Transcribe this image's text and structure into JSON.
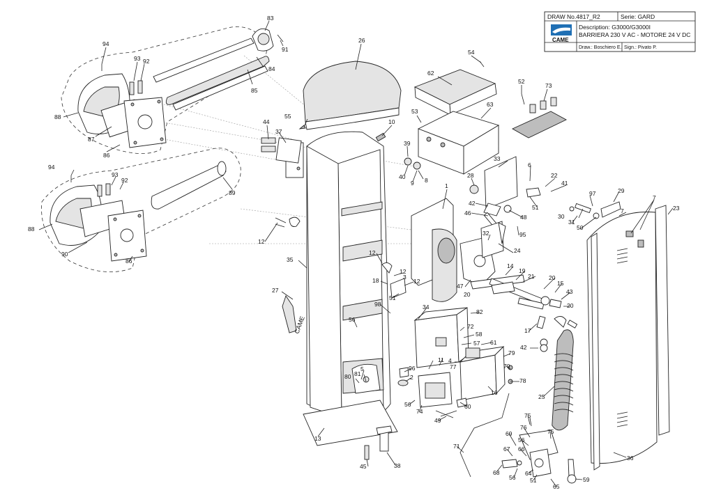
{
  "title_block": {
    "draw_no": "DRAW No.4817_R2",
    "serie": "Serie: GARD",
    "description_1": "Description: G3000/G3000I",
    "description_2": "BARRIERA 230 V AC - MOTORE 24 V DC",
    "logo_text": "CAME",
    "drawn_by": "Draw.: Boschiero E.",
    "signed_by": "Sign.: Pivato P."
  },
  "brand_label": "CAME",
  "parts": {
    "p83": "83",
    "p91": "91",
    "p26": "26",
    "p94a": "94",
    "p93a": "93",
    "p92a": "92",
    "p84": "84",
    "p85": "85",
    "p88a": "88",
    "p87": "87",
    "p86a": "86",
    "p54": "54",
    "p62": "62",
    "p52": "52",
    "p73": "73",
    "p53": "53",
    "p63": "63",
    "p55": "55",
    "p44": "44",
    "p37": "37",
    "p10": "10",
    "p39": "39",
    "p40": "40",
    "p9": "9",
    "p8": "8",
    "p94b": "94",
    "p93b": "93",
    "p92b": "92",
    "p89": "89",
    "p33": "33",
    "p6": "6",
    "p22": "22",
    "p41": "41",
    "p28": "28",
    "p1": "1",
    "p42a": "42",
    "p46": "46",
    "p48": "48",
    "p51a": "51",
    "p97": "97",
    "p29": "29",
    "p30": "30",
    "p31": "31",
    "p50": "50",
    "p7a": "7",
    "p7b": "7",
    "p23": "23",
    "p88b": "88",
    "p90": "90",
    "p86b": "86",
    "p12a": "12",
    "p95": "95",
    "p32": "32",
    "p24": "24",
    "p35": "35",
    "p12b": "12",
    "p12c": "12",
    "p3": "3",
    "p12d": "12",
    "p18": "18",
    "p14": "14",
    "p19": "19",
    "p21": "21",
    "p20a": "20",
    "p47": "47",
    "p15": "15",
    "p43": "43",
    "p20b": "20",
    "p20c": "20",
    "p51b": "51",
    "p27": "27",
    "p98": "98",
    "p34": "34",
    "p82": "82",
    "p56a": "56",
    "p72": "72",
    "p17": "17",
    "p58": "58",
    "p57": "57",
    "p61": "61",
    "p42b": "42",
    "p79": "79",
    "p11": "11",
    "p4": "4",
    "p77": "77",
    "p5": "5",
    "p80": "80",
    "p81": "81",
    "p96": "96",
    "p2": "2",
    "p70": "70",
    "p78": "78",
    "p16": "16",
    "p56b": "56",
    "p74": "74",
    "p60": "60",
    "p49": "49",
    "p25": "25",
    "p75a": "75",
    "p76": "76",
    "p75b": "75",
    "p13": "13",
    "p69": "69",
    "p56c": "56",
    "p66": "66",
    "p71": "71",
    "p67": "67",
    "p36": "36",
    "p68": "68",
    "p56d": "56",
    "p64": "64",
    "p65": "65",
    "p51c": "51",
    "p45": "45",
    "p38": "38",
    "p59": "59"
  }
}
